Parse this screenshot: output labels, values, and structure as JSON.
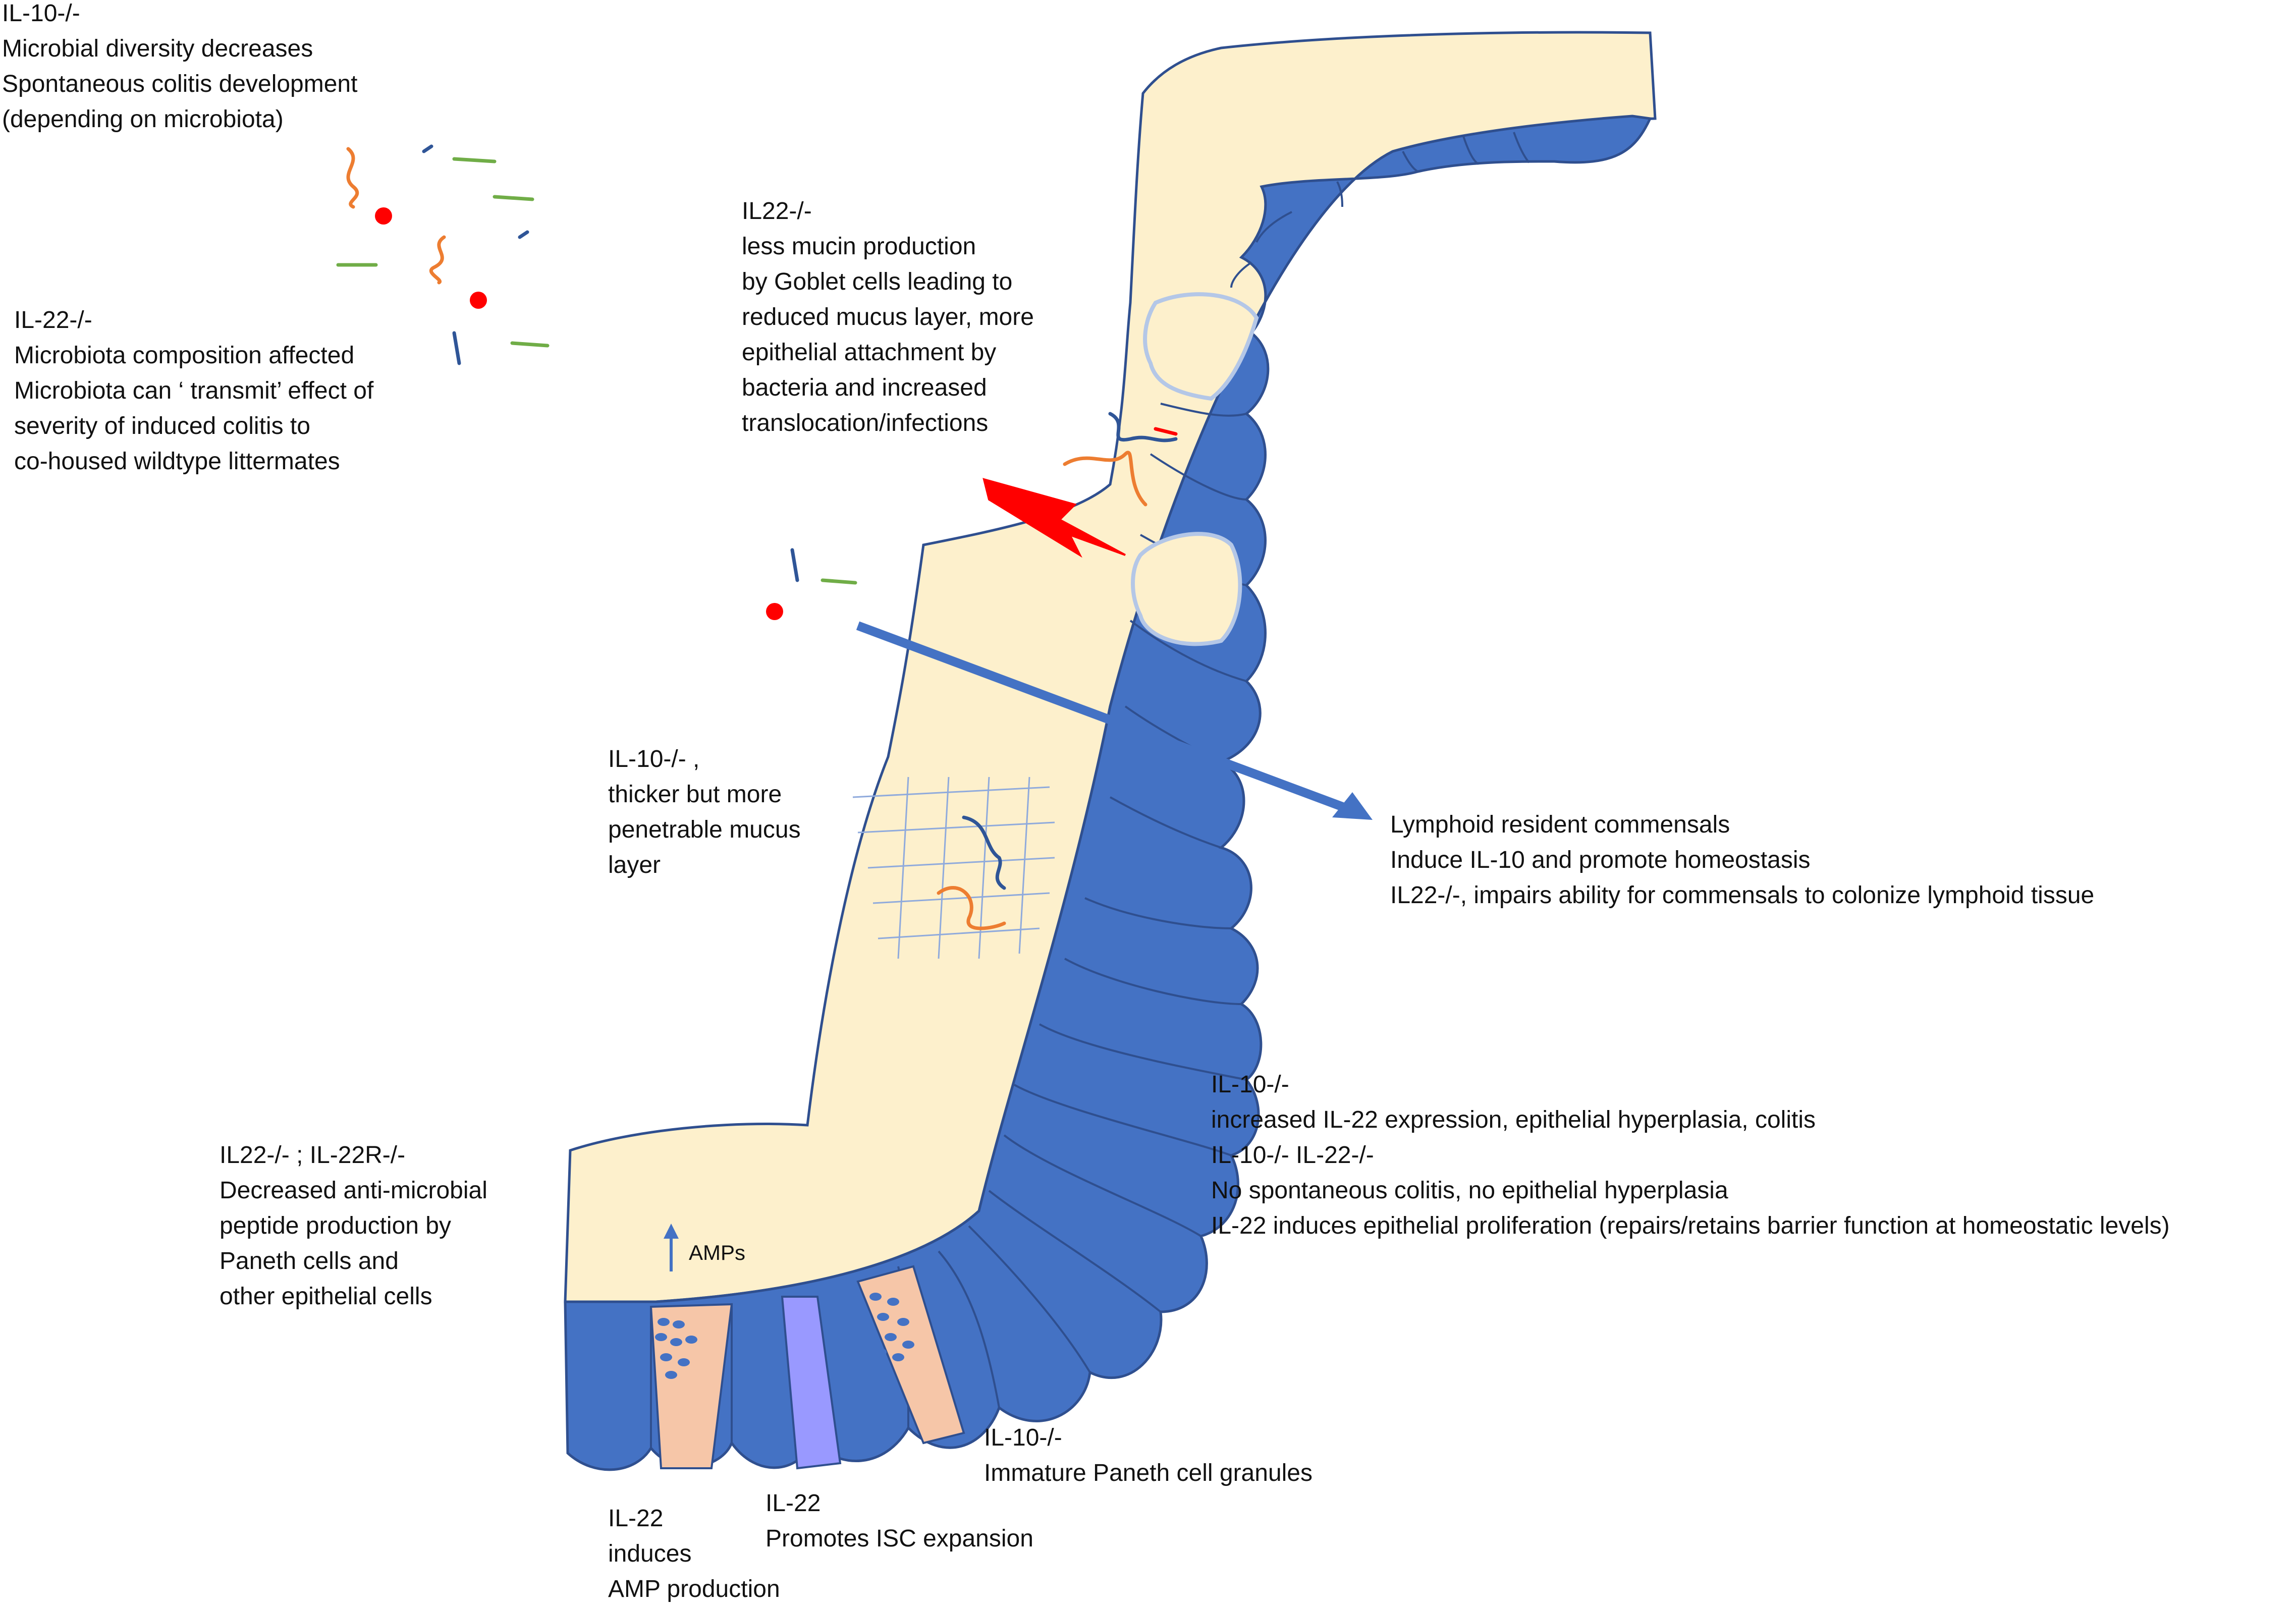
{
  "colors": {
    "mucus": "#fdf0cc",
    "epithelium": "#4472c4",
    "outline": "#2f4f8f",
    "paneth": "#f6c6a8",
    "stem": "#9999ff",
    "bacteria_green": "#70ad47",
    "bacteria_orange": "#ed7d31",
    "bacteria_blue": "#2f5597",
    "bacteria_red": "#ff0000"
  },
  "icons": [
    "lightning-bolt-icon",
    "arrow-icon",
    "bacteria-icon"
  ],
  "notes": {
    "top_left_il10": [
      "IL-10-/-",
      "Microbial diversity decreases",
      "Spontaneous colitis development",
      "(depending on microbiota)"
    ],
    "il22_microbiota": [
      "IL-22-/-",
      "Microbiota composition affected",
      "Microbiota can ‘ transmit’ effect of",
      "severity of induced colitis to",
      "co-housed wildtype littermates"
    ],
    "il22_mucin": [
      "IL22-/-",
      "less mucin production",
      "by Goblet cells leading to",
      "reduced mucus layer,  more",
      "epithelial attachment by",
      "bacteria and increased",
      "translocation/infections"
    ],
    "il10_mucus": [
      "IL-10-/- ,",
      "thicker but more",
      "penetrable mucus",
      "layer"
    ],
    "lymphoid": [
      "Lymphoid resident commensals",
      "Induce IL-10 and promote homeostasis",
      "IL22-/-, impairs ability for commensals to colonize lymphoid tissue"
    ],
    "il10_il22_hyperplasia": [
      "IL-10-/-",
      "increased IL-22 expression, epithelial hyperplasia, colitis",
      "IL-10-/- IL-22-/-",
      "No spontaneous colitis, no epithelial hyperplasia",
      "IL-22 induces epithelial proliferation (repairs/retains barrier function at homeostatic levels)"
    ],
    "il22_amp_decrease": [
      "IL22-/- ; IL-22R-/-",
      "Decreased anti-microbial",
      "peptide production by",
      "Paneth cells and",
      "other epithelial cells"
    ],
    "amps": "AMPs",
    "il22_amp_production": [
      "IL-22",
      "induces",
      "AMP production"
    ],
    "il22_isc": [
      "IL-22",
      "Promotes ISC expansion"
    ],
    "il10_paneth": [
      "IL-10-/-",
      "Immature Paneth cell granules"
    ]
  }
}
